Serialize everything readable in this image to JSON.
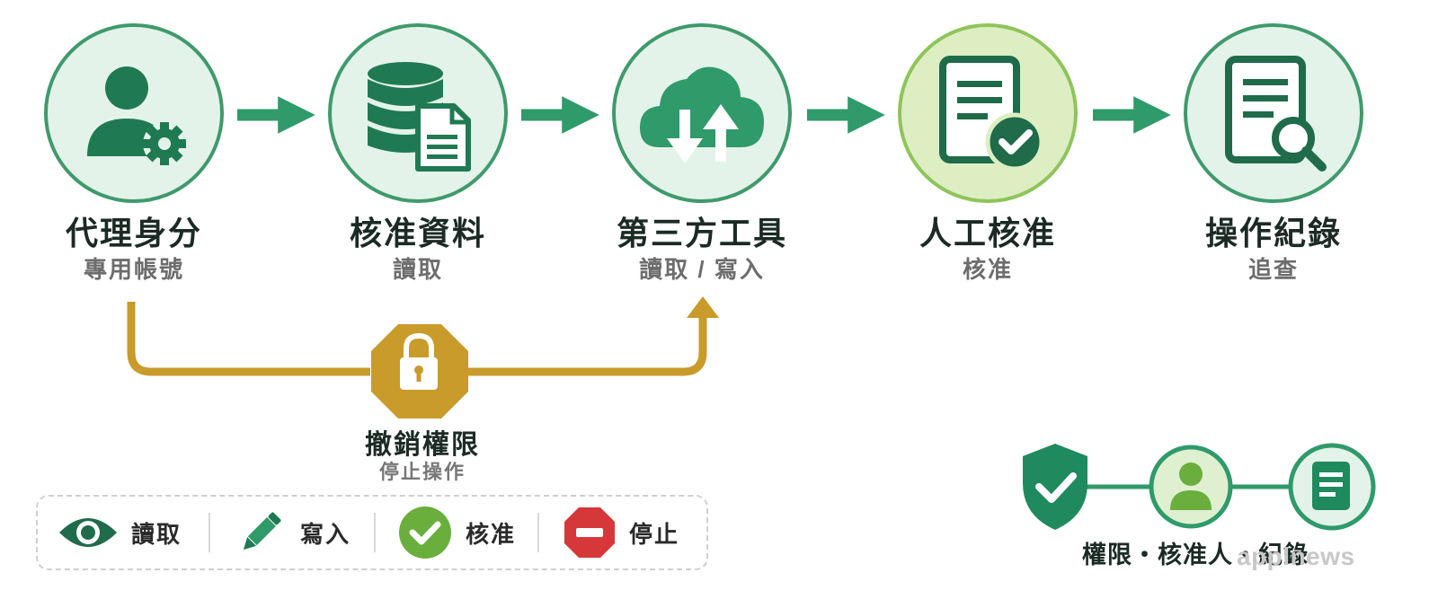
{
  "steps": [
    {
      "title": "代理身分",
      "subtitle": "專用帳號",
      "icon": "user-gear-icon"
    },
    {
      "title": "核准資料",
      "subtitle": "讀取",
      "icon": "database-document-icon"
    },
    {
      "title": "第三方工具",
      "subtitle": "讀取 / 寫入",
      "icon": "cloud-sync-icon"
    },
    {
      "title": "人工核准",
      "subtitle": "核准",
      "icon": "document-check-icon"
    },
    {
      "title": "操作紀錄",
      "subtitle": "追查",
      "icon": "document-search-icon"
    }
  ],
  "revoke": {
    "title": "撤銷權限",
    "subtitle": "停止操作",
    "icon": "lock-octagon-icon"
  },
  "legend": [
    {
      "label": "讀取",
      "icon": "eye-icon"
    },
    {
      "label": "寫入",
      "icon": "pencil-icon"
    },
    {
      "label": "核准",
      "icon": "check-circle-icon"
    },
    {
      "label": "停止",
      "icon": "stop-icon"
    }
  ],
  "summary": {
    "label": "權限・核准人・紀錄",
    "icons": [
      "shield-check-icon",
      "person-icon",
      "document-icon"
    ]
  },
  "watermark": "applnews",
  "colors": {
    "primary_green": "#2f9a6a",
    "dark_green": "#1f6b4a",
    "light_green_fill": "#e4f3ea",
    "approve_fill": "#ddeec3",
    "approve_border": "#8fc45a",
    "gold": "#c89b2a",
    "stop_red": "#d6383a"
  }
}
